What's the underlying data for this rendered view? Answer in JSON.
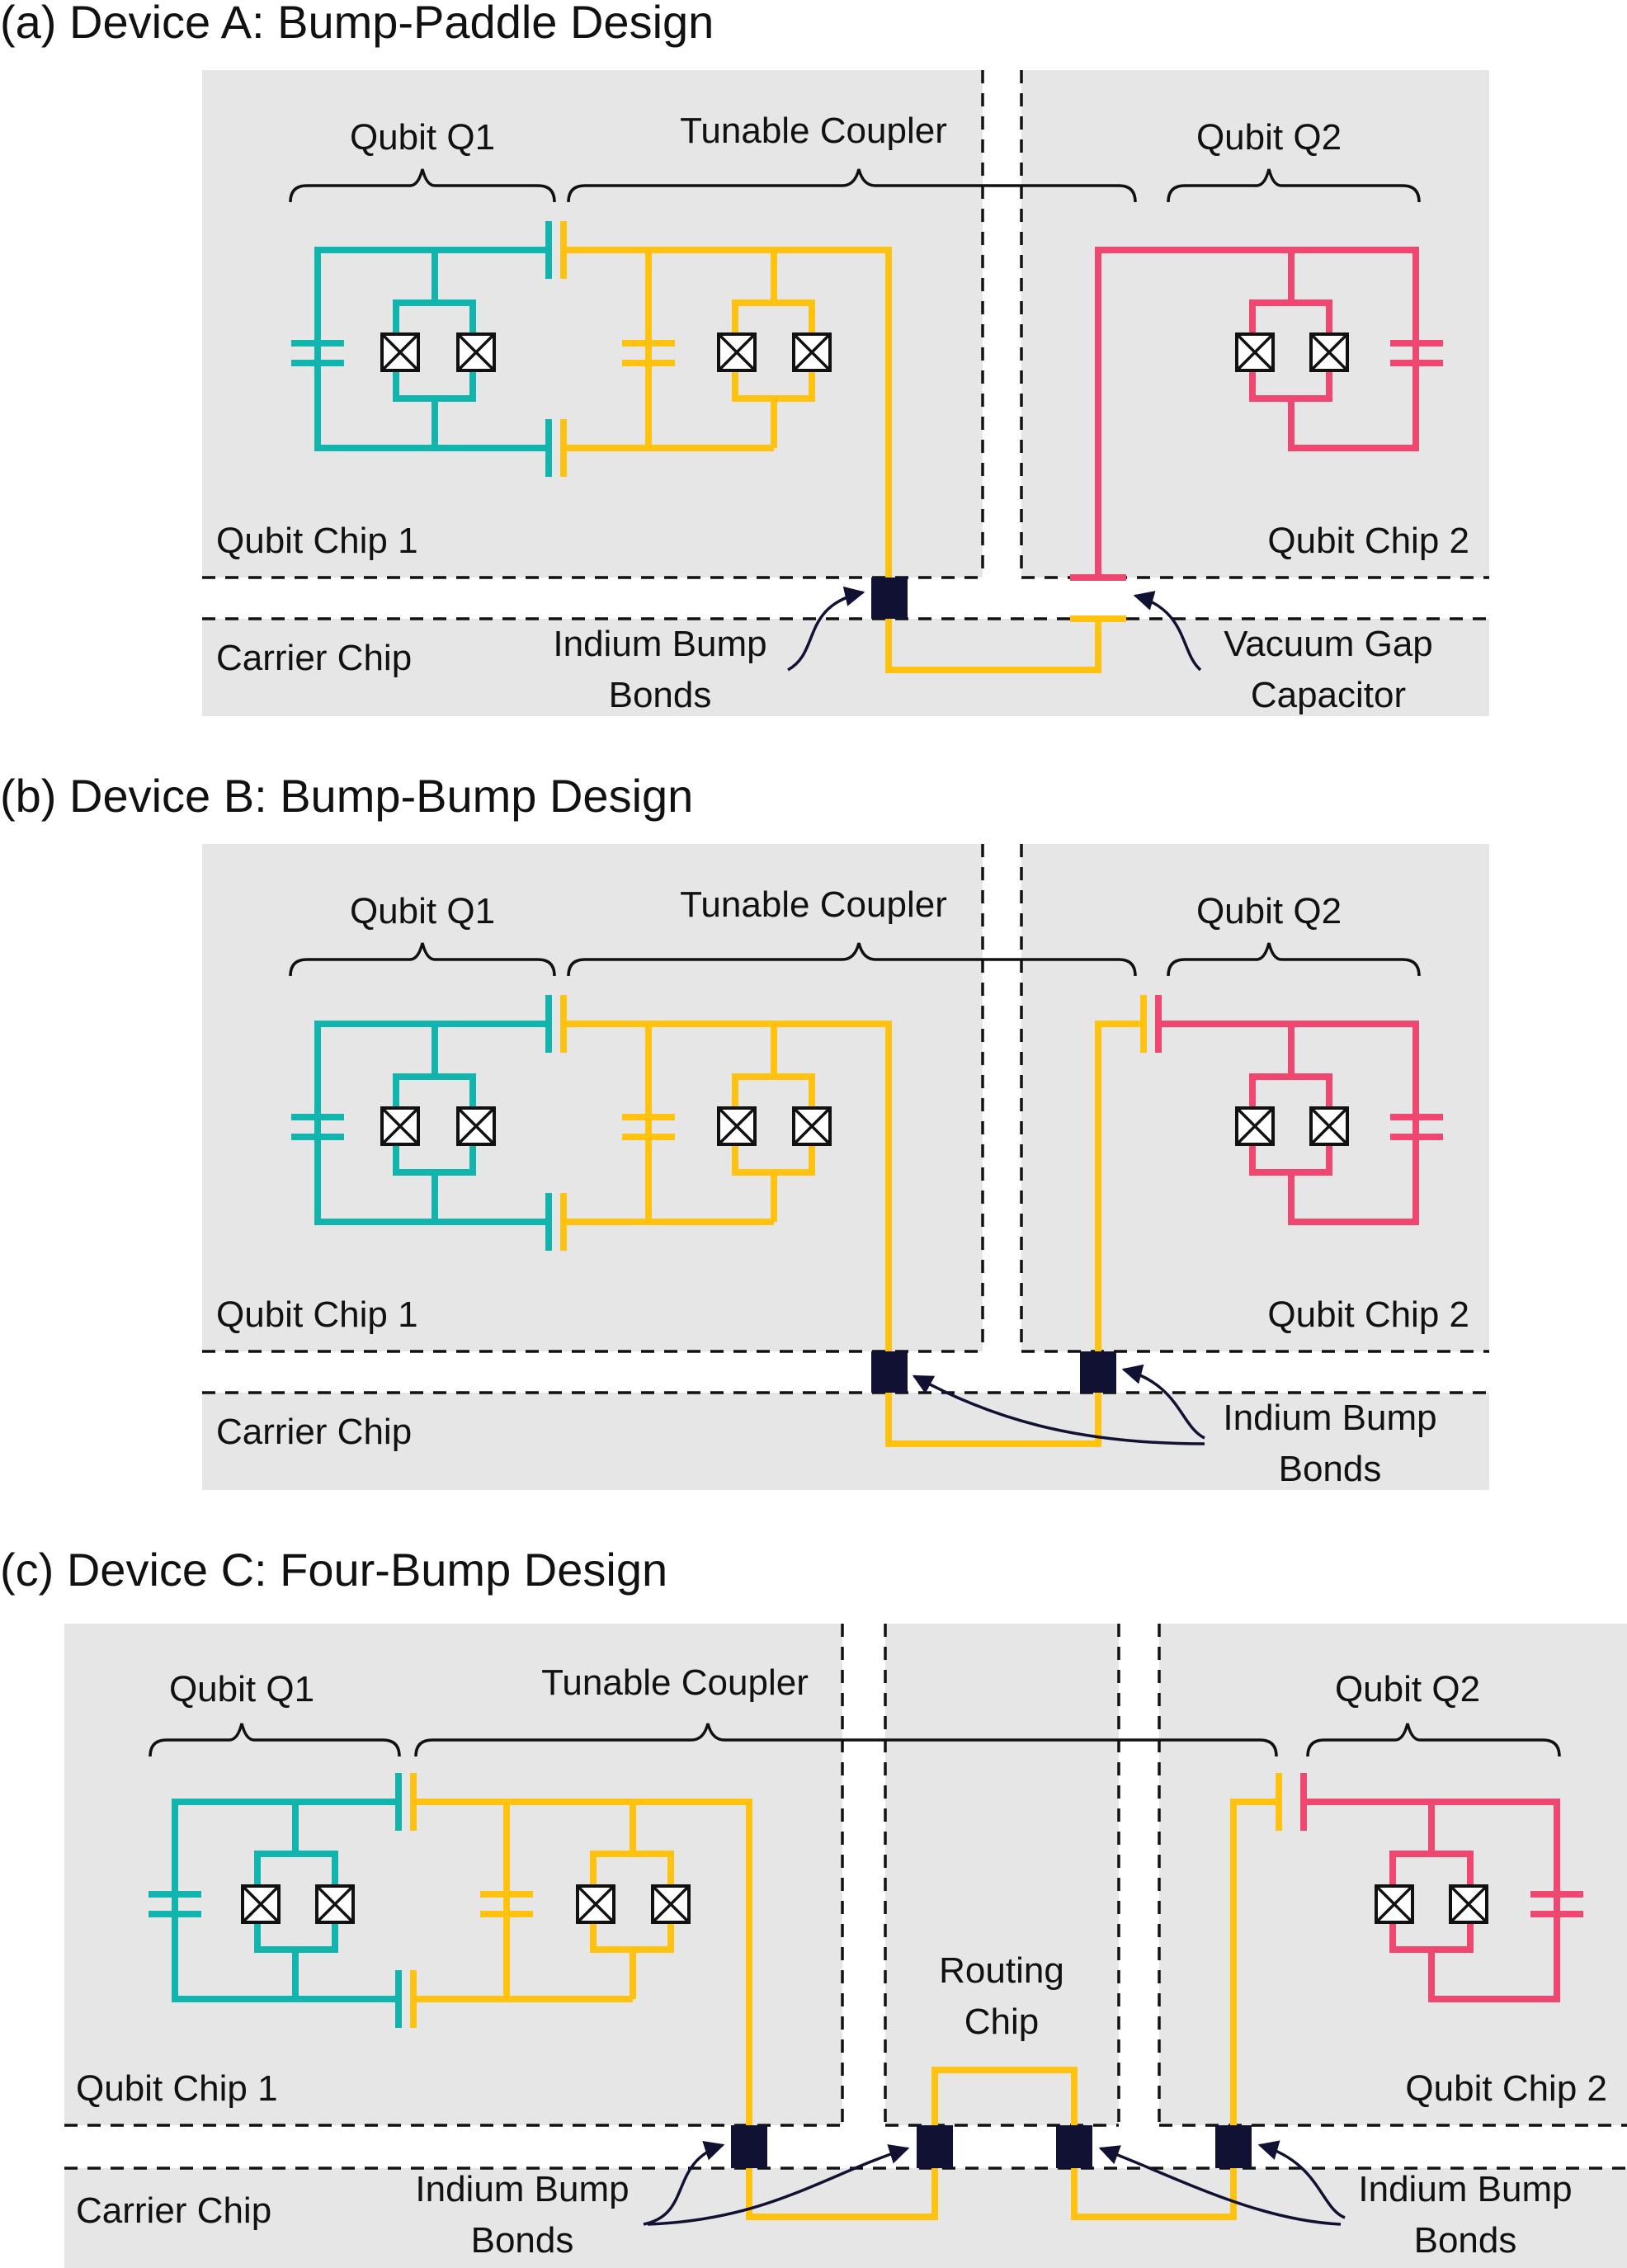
{
  "panels": [
    {
      "title": "(a)  Device A: Bump-Paddle Design",
      "labels": {
        "qubit_q1": "Qubit Q1",
        "tunable_coupler": "Tunable Coupler",
        "qubit_q2": "Qubit Q2",
        "qubit_chip_1": "Qubit Chip 1",
        "qubit_chip_2": "Qubit Chip 2",
        "carrier_chip": "Carrier Chip",
        "indium_l1": "Indium Bump",
        "indium_l2": "Bonds",
        "vgc_l1": "Vacuum Gap",
        "vgc_l2": "Capacitor"
      }
    },
    {
      "title": "(b)  Device B: Bump-Bump Design",
      "labels": {
        "qubit_q1": "Qubit Q1",
        "tunable_coupler": "Tunable Coupler",
        "qubit_q2": "Qubit Q2",
        "qubit_chip_1": "Qubit Chip 1",
        "qubit_chip_2": "Qubit Chip 2",
        "carrier_chip": "Carrier Chip",
        "indium_l1": "Indium Bump",
        "indium_l2": "Bonds"
      }
    },
    {
      "title": "(c)  Device C: Four-Bump Design",
      "labels": {
        "qubit_q1": "Qubit Q1",
        "tunable_coupler": "Tunable Coupler",
        "qubit_q2": "Qubit Q2",
        "qubit_chip_1": "Qubit Chip 1",
        "qubit_chip_2": "Qubit Chip 2",
        "carrier_chip": "Carrier Chip",
        "routing_l1": "Routing",
        "routing_l2": "Chip",
        "indium_left_l1": "Indium Bump",
        "indium_left_l2": "Bonds",
        "indium_right_l1": "Indium Bump",
        "indium_right_l2": "Bonds"
      }
    }
  ],
  "colors": {
    "qubit_q1": "#12b5ad",
    "tunable_coupler": "#ffc20e",
    "qubit_q2": "#ef476f",
    "chip_background": "#e6e6e6",
    "bump": "#111133"
  }
}
